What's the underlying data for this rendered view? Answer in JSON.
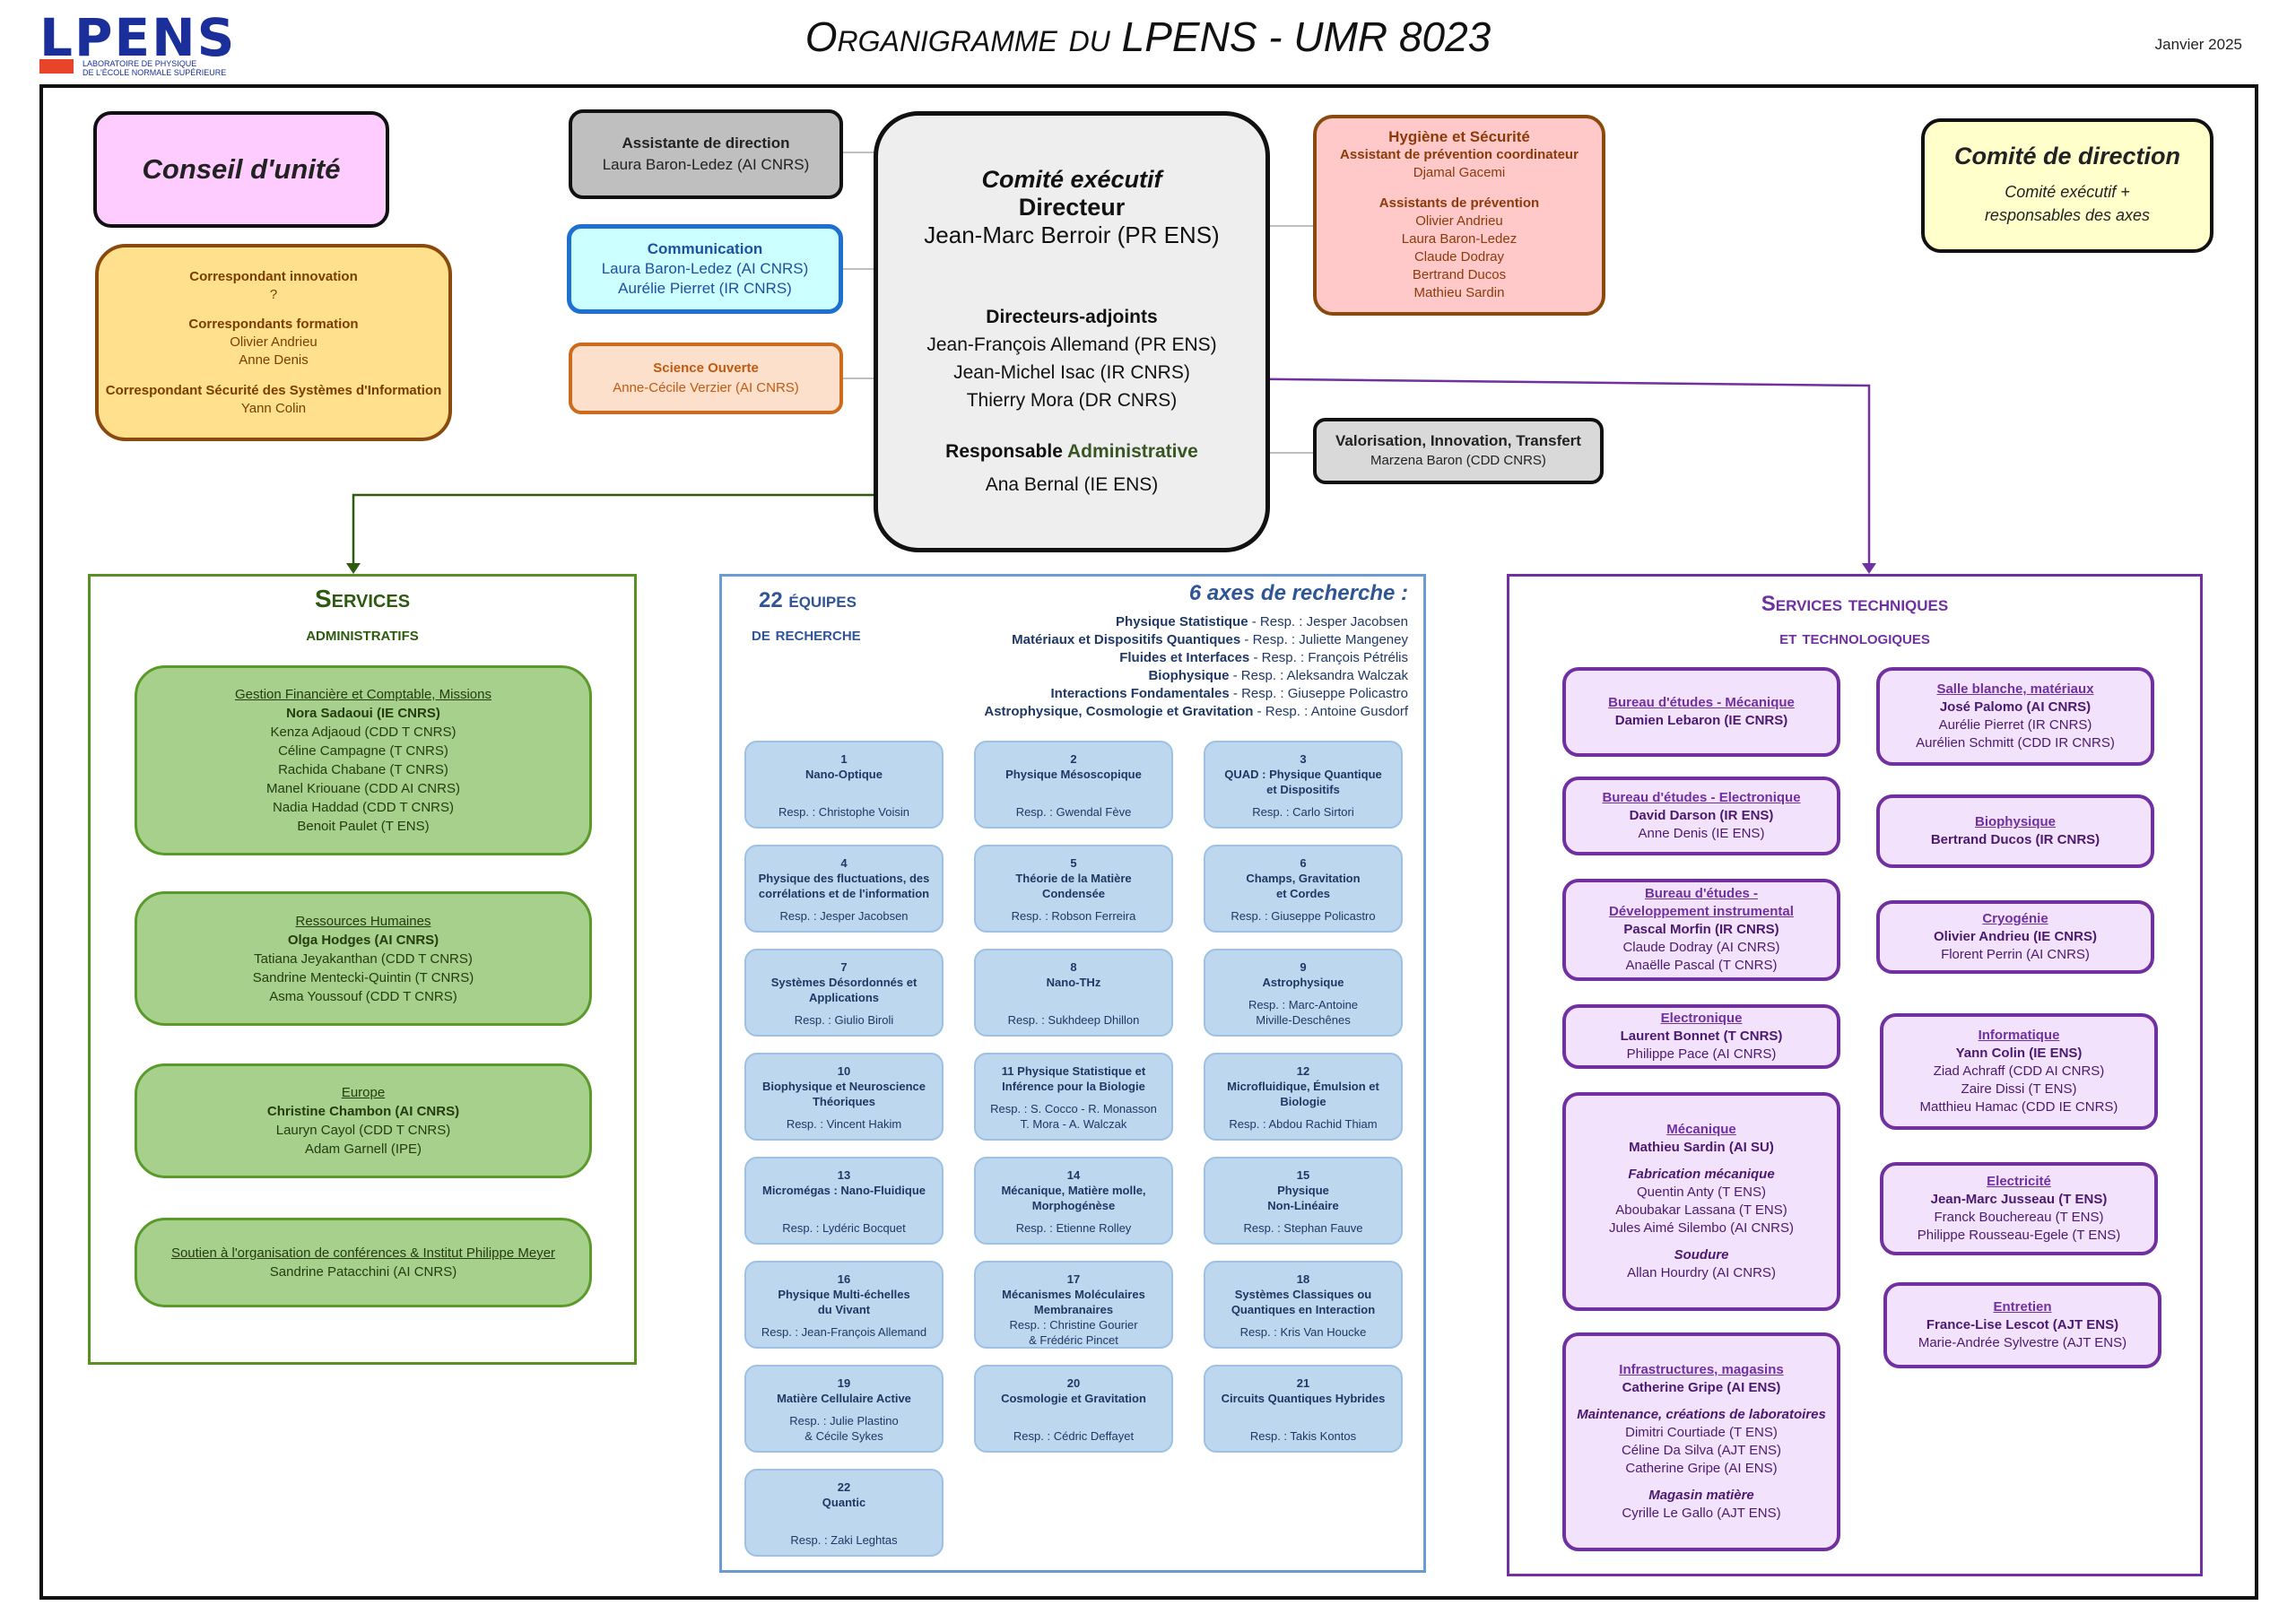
{
  "header": {
    "logo_text": "LPENS",
    "logo_tagline_1": "Laboratoire de physique",
    "logo_tagline_2": "de l'École normale supérieure",
    "title": "Organigramme du LPENS - UMR 8023",
    "date": "Janvier 2025"
  },
  "conseil": {
    "title": "Conseil d'unité"
  },
  "correspondants": {
    "innovation_title": "Correspondant innovation",
    "innovation_name": "?",
    "formation_title": "Correspondants formation",
    "formation_names": [
      "Olivier Andrieu",
      "Anne Denis"
    ],
    "ssi_title": "Correspondant Sécurité des Systèmes d'Information",
    "ssi_name": "Yann Colin"
  },
  "assistante": {
    "title": "Assistante de direction",
    "name": "Laura Baron-Ledez (AI CNRS)"
  },
  "communication": {
    "title": "Communication",
    "names": [
      "Laura Baron-Ledez (AI CNRS)",
      "Aurélie Pierret (IR CNRS)"
    ]
  },
  "science_ouverte": {
    "title": "Science Ouverte",
    "name": "Anne-Cécile Verzier (AI CNRS)"
  },
  "comite_executif": {
    "title": "Comité exécutif",
    "director_title": "Directeur",
    "director_name": "Jean-Marc Berroir (PR ENS)",
    "adjoints_title": "Directeurs-adjoints",
    "adjoints": [
      "Jean-François Allemand (PR ENS)",
      "Jean-Michel Isac (IR CNRS)",
      "Thierry Mora (DR CNRS)"
    ],
    "admin_title_1": "Responsable",
    "admin_title_2": "Administrative",
    "admin_name": "Ana Bernal (IE ENS)"
  },
  "hygiene": {
    "title": "Hygiène et Sécurité",
    "coord_title": "Assistant de prévention coordinateur",
    "coord_name": "Djamal Gacemi",
    "assist_title": "Assistants de prévention",
    "assist_names": [
      "Olivier Andrieu",
      "Laura Baron-Ledez",
      "Claude Dodray",
      "Bertrand Ducos",
      "Mathieu Sardin"
    ]
  },
  "valorisation": {
    "title": "Valorisation, Innovation, Transfert",
    "name": "Marzena Baron (CDD CNRS)"
  },
  "comite_direction": {
    "title": "Comité de direction",
    "line1": "Comité exécutif +",
    "line2": "responsables des axes"
  },
  "services_admin": {
    "title_1": "Services",
    "title_2": "administratifs",
    "groups": [
      {
        "title": "Gestion Financière et Comptable, Missions",
        "lead": "Nora Sadaoui (IE CNRS)",
        "members": [
          "Kenza Adjaoud (CDD T CNRS)",
          "Céline Campagne (T CNRS)",
          "Rachida Chabane (T CNRS)",
          "Manel Kriouane (CDD AI CNRS)",
          "Nadia Haddad (CDD T CNRS)",
          "Benoit Paulet (T ENS)"
        ]
      },
      {
        "title": "Ressources Humaines",
        "lead": "Olga Hodges (AI CNRS)",
        "members": [
          "Tatiana Jeyakanthan (CDD T CNRS)",
          "Sandrine Mentecki-Quintin (T CNRS)",
          "Asma Youssouf (CDD T CNRS)"
        ]
      },
      {
        "title": "Europe",
        "lead": "Christine Chambon (AI CNRS)",
        "members": [
          "Lauryn Cayol (CDD T CNRS)",
          "Adam Garnell (IPE)"
        ]
      },
      {
        "title": "Soutien à l'organisation de conférences & Institut Philippe Meyer",
        "lead": "",
        "members": [
          "Sandrine Patacchini (AI CNRS)"
        ]
      }
    ]
  },
  "equipes": {
    "title_1": "22 équipes",
    "title_2": "de recherche",
    "axes_title": "6 axes de recherche :",
    "axes": [
      {
        "name": "Physique Statistique",
        "resp": " - Resp. : Jesper Jacobsen"
      },
      {
        "name": "Matériaux et Dispositifs Quantiques",
        "resp": " - Resp. : Juliette Mangeney"
      },
      {
        "name": "Fluides et Interfaces",
        "resp": " - Resp. : François Pétrélis"
      },
      {
        "name": "Biophysique",
        "resp": " - Resp. : Aleksandra Walczak"
      },
      {
        "name": "Interactions Fondamentales",
        "resp": " - Resp. : Giuseppe Policastro"
      },
      {
        "name": "Astrophysique, Cosmologie et Gravitation",
        "resp": " - Resp. : Antoine Gusdorf"
      }
    ],
    "teams": [
      {
        "num": "1",
        "name1": "Nano-Optique",
        "name2": "",
        "resp1": "Resp. : Christophe Voisin",
        "resp2": ""
      },
      {
        "num": "2",
        "name1": "Physique Mésoscopique",
        "name2": "",
        "resp1": "Resp. : Gwendal Fève",
        "resp2": ""
      },
      {
        "num": "3",
        "name1": "QUAD : Physique Quantique",
        "name2": "et Dispositifs",
        "resp1": "Resp. : Carlo Sirtori",
        "resp2": ""
      },
      {
        "num": "4",
        "name1": "Physique des fluctuations, des",
        "name2": "corrélations et de l'information",
        "resp1": "Resp. : Jesper Jacobsen",
        "resp2": ""
      },
      {
        "num": "5",
        "name1": "Théorie de la Matière",
        "name2": "Condensée",
        "resp1": "Resp. : Robson Ferreira",
        "resp2": ""
      },
      {
        "num": "6",
        "name1": "Champs, Gravitation",
        "name2": "et Cordes",
        "resp1": "Resp. : Giuseppe Policastro",
        "resp2": ""
      },
      {
        "num": "7",
        "name1": "Systèmes Désordonnés et",
        "name2": "Applications",
        "resp1": "Resp. : Giulio Biroli",
        "resp2": ""
      },
      {
        "num": "8",
        "name1": "Nano-THz",
        "name2": "",
        "resp1": "Resp. : Sukhdeep Dhillon",
        "resp2": ""
      },
      {
        "num": "9",
        "name1": "Astrophysique",
        "name2": "",
        "resp1": "Resp. : Marc-Antoine",
        "resp2": "Miville-Deschênes"
      },
      {
        "num": "10",
        "name1": "Biophysique et Neuroscience",
        "name2": "Théoriques",
        "resp1": "Resp. : Vincent Hakim",
        "resp2": ""
      },
      {
        "num": "11 Physique Statistique et",
        "name1": "Inférence pour la Biologie",
        "name2": "",
        "resp1": "Resp. : S. Cocco - R. Monasson",
        "resp2": "T. Mora - A. Walczak"
      },
      {
        "num": "12",
        "name1": "Microfluidique, Émulsion et",
        "name2": "Biologie",
        "resp1": "Resp. : Abdou Rachid Thiam",
        "resp2": ""
      },
      {
        "num": "13",
        "name1": "Micromégas : Nano-Fluidique",
        "name2": "",
        "resp1": "Resp. : Lydéric Bocquet",
        "resp2": ""
      },
      {
        "num": "14",
        "name1": "Mécanique, Matière molle,",
        "name2": "Morphogénèse",
        "resp1": "Resp. : Etienne Rolley",
        "resp2": ""
      },
      {
        "num": "15",
        "name1": "Physique",
        "name2": "Non-Linéaire",
        "resp1": "Resp. : Stephan Fauve",
        "resp2": ""
      },
      {
        "num": "16",
        "name1": "Physique Multi-échelles",
        "name2": "du Vivant",
        "resp1": "Resp. : Jean-François Allemand",
        "resp2": ""
      },
      {
        "num": "17",
        "name1": "Mécanismes Moléculaires",
        "name2": "Membranaires",
        "resp1": "Resp. : Christine Gourier",
        "resp2": "& Frédéric Pincet"
      },
      {
        "num": "18",
        "name1": "Systèmes Classiques ou",
        "name2": "Quantiques en Interaction",
        "resp1": "Resp. : Kris Van Houcke",
        "resp2": ""
      },
      {
        "num": "19",
        "name1": "Matière Cellulaire Active",
        "name2": "",
        "resp1": "Resp. : Julie Plastino",
        "resp2": "& Cécile Sykes"
      },
      {
        "num": "20",
        "name1": "Cosmologie et Gravitation",
        "name2": "",
        "resp1": "Resp. : Cédric Deffayet",
        "resp2": ""
      },
      {
        "num": "21",
        "name1": "Circuits Quantiques Hybrides",
        "name2": "",
        "resp1": "Resp. : Takis Kontos",
        "resp2": ""
      },
      {
        "num": "22",
        "name1": "Quantic",
        "name2": "",
        "resp1": "Resp. : Zaki Leghtas",
        "resp2": ""
      }
    ]
  },
  "services_tech": {
    "title_1": "Services techniques",
    "title_2": "et technologiques",
    "left": [
      {
        "title": "Bureau d'études - Mécanique",
        "lines": [
          "Damien Lebaron (IE CNRS)"
        ]
      },
      {
        "title": "Bureau d'études - Electronique ",
        "lines": [
          "David Darson  (IR ENS)",
          "Anne Denis (IE ENS)"
        ]
      },
      {
        "title": "Bureau d'études -",
        "title2": "Développement instrumental",
        "lines": [
          "Pascal Morfin (IR CNRS)",
          "Claude Dodray (AI CNRS)",
          "Anaëlle Pascal (T CNRS)"
        ]
      },
      {
        "title": "Electronique",
        "lines": [
          "Laurent Bonnet (T CNRS)",
          "Philippe Pace (AI CNRS)"
        ]
      },
      {
        "title": "Mécanique",
        "lines": [
          "Mathieu Sardin (AI SU)",
          "",
          "Fabrication mécanique",
          "Quentin Anty (T ENS)",
          "Aboubakar Lassana (T ENS)",
          "Jules Aimé Silembo (AI CNRS)",
          "",
          "Soudure",
          "Allan Hourdry (AI CNRS)"
        ]
      },
      {
        "title": "Infrastructures, magasins",
        "lines": [
          "Catherine Gripe (AI ENS)",
          "",
          "Maintenance, créations de laboratoires",
          "Dimitri Courtiade (T ENS)",
          "Céline Da Silva (AJT ENS)",
          "Catherine Gripe (AI ENS)",
          "",
          "Magasin matière",
          "Cyrille Le Gallo (AJT ENS)"
        ]
      }
    ],
    "right": [
      {
        "title": "Salle blanche, matériaux",
        "lines": [
          "José Palomo (AI CNRS)",
          "Aurélie Pierret (IR CNRS)",
          "Aurélien Schmitt (CDD IR CNRS)"
        ]
      },
      {
        "title": "Biophysique",
        "lines": [
          "Bertrand Ducos (IR CNRS)"
        ]
      },
      {
        "title": "Cryogénie",
        "lines": [
          "Olivier Andrieu (IE CNRS)",
          "Florent Perrin (AI CNRS)"
        ]
      },
      {
        "title": "Informatique",
        "lines": [
          "Yann Colin (IE ENS)",
          "Ziad Achraff (CDD AI CNRS)",
          "Zaire Dissi (T ENS)",
          "Matthieu Hamac (CDD IE CNRS)"
        ]
      },
      {
        "title": " Electricité",
        "lines": [
          "Jean-Marc Jusseau (T ENS)",
          "Franck Bouchereau (T ENS)",
          "Philippe Rousseau-Egele (T ENS)"
        ]
      },
      {
        "title": "Entretien",
        "lines": [
          "France-Lise Lescot (AJT ENS)",
          "Marie-Andrée Sylvestre (AJT ENS)"
        ]
      }
    ]
  },
  "colors": {
    "accent_blue": "#1b2f9b",
    "green_fill": "#a8d08d",
    "blue_fill": "#bdd7ee",
    "purple": "#7030a0",
    "admin_green": "#2d5a0f"
  }
}
